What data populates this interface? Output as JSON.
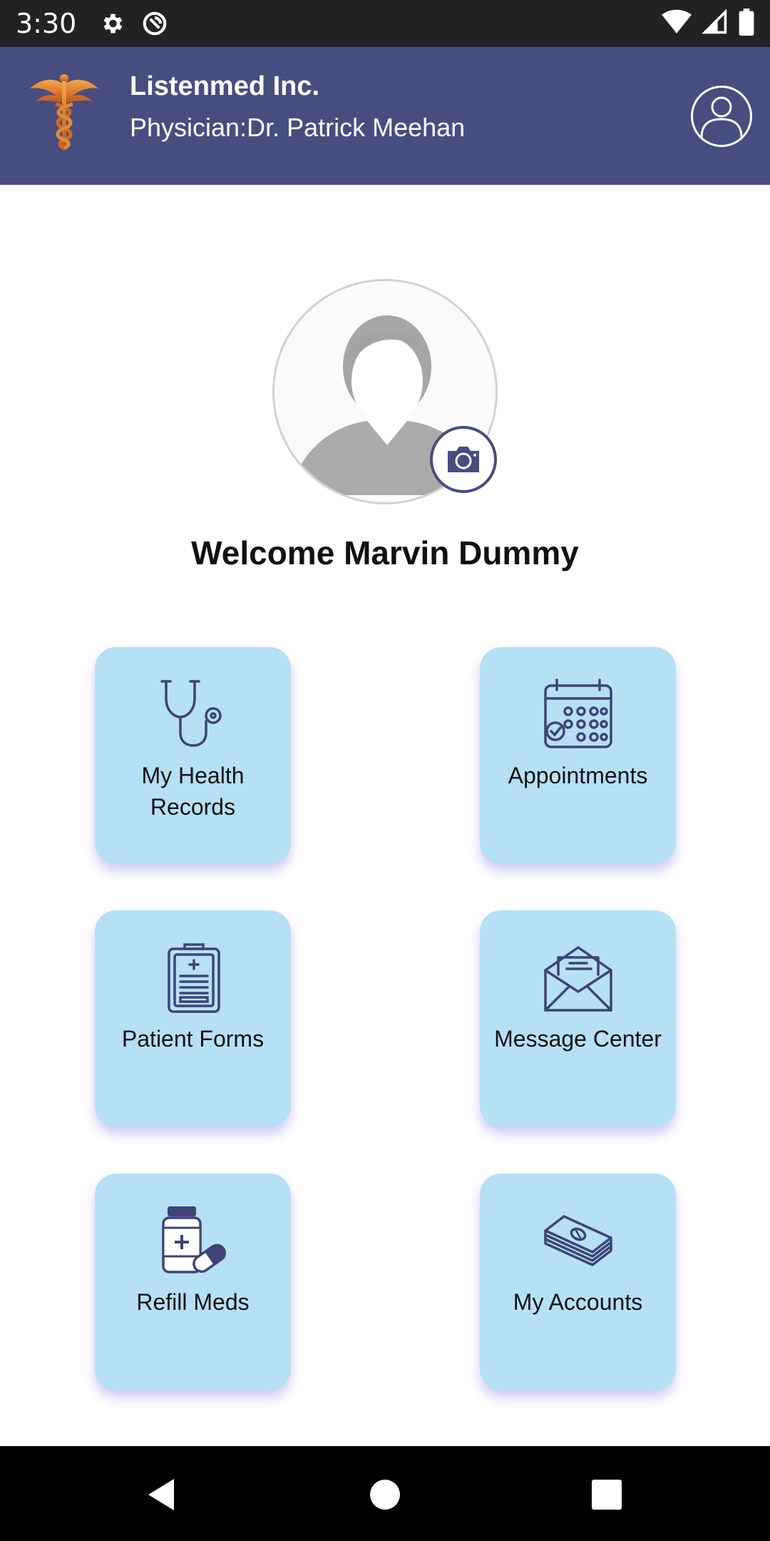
{
  "status_bar": {
    "time": "3:30",
    "left_icons": [
      "settings-gear-icon",
      "vpn-circle-icon"
    ],
    "right_icons": [
      "wifi-icon",
      "cellular-signal-icon",
      "battery-icon"
    ]
  },
  "header": {
    "clinic_name": "Listenmed Inc.",
    "physician": "Physician:Dr. Patrick Meehan",
    "logo_icon": "caduceus-icon",
    "profile_icon": "user-profile-icon",
    "background_color": "#484d80"
  },
  "profile": {
    "welcome_text": "Welcome Marvin Dummy",
    "avatar_icon": "avatar-placeholder-icon",
    "camera_icon": "camera-icon"
  },
  "tiles": [
    {
      "label": "My Health Records",
      "icon": "stethoscope-icon"
    },
    {
      "label": "Appointments",
      "icon": "calendar-icon"
    },
    {
      "label": "Patient Forms",
      "icon": "clipboard-icon"
    },
    {
      "label": "Message Center",
      "icon": "envelope-icon"
    },
    {
      "label": "Refill Meds",
      "icon": "medicine-bottle-icon"
    },
    {
      "label": "My Accounts",
      "icon": "money-stack-icon"
    }
  ],
  "colors": {
    "tile_background": "#b6e0f5",
    "icon_stroke": "#3f4475",
    "accent": "#484d80"
  },
  "nav_bar": {
    "buttons": [
      "back-icon",
      "home-icon",
      "recents-icon"
    ]
  }
}
